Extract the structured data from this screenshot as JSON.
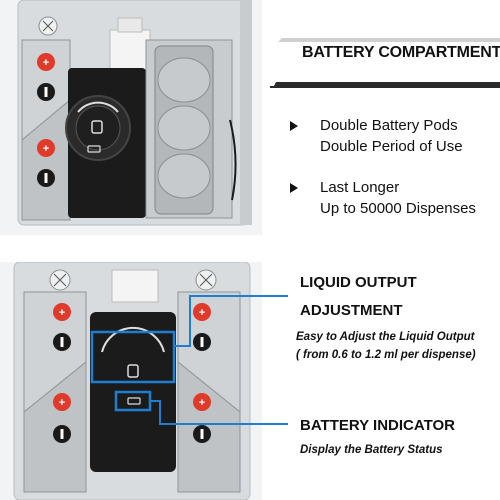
{
  "battery_compartment": {
    "title": "BATTERY COMPARTMENT",
    "features": [
      {
        "line1": "Double Battery Pods",
        "line2": "Double Period of Use"
      },
      {
        "line1": "Last Longer",
        "line2": "Up to 50000 Dispenses"
      }
    ]
  },
  "liquid_output": {
    "title_line1": "LIQUID OUTPUT",
    "title_line2": "ADJUSTMENT",
    "desc_line1": "Easy to Adjust the Liquid Output",
    "desc_line2": "( from 0.6 to 1.2 ml per dispense)"
  },
  "battery_indicator": {
    "title": "BATTERY INDICATOR",
    "desc": "Display the Battery Status"
  },
  "colors": {
    "accent_blue": "#1e7fd1",
    "battery_red": "#e03a2a",
    "banner_dark": "#2b2b2b"
  }
}
